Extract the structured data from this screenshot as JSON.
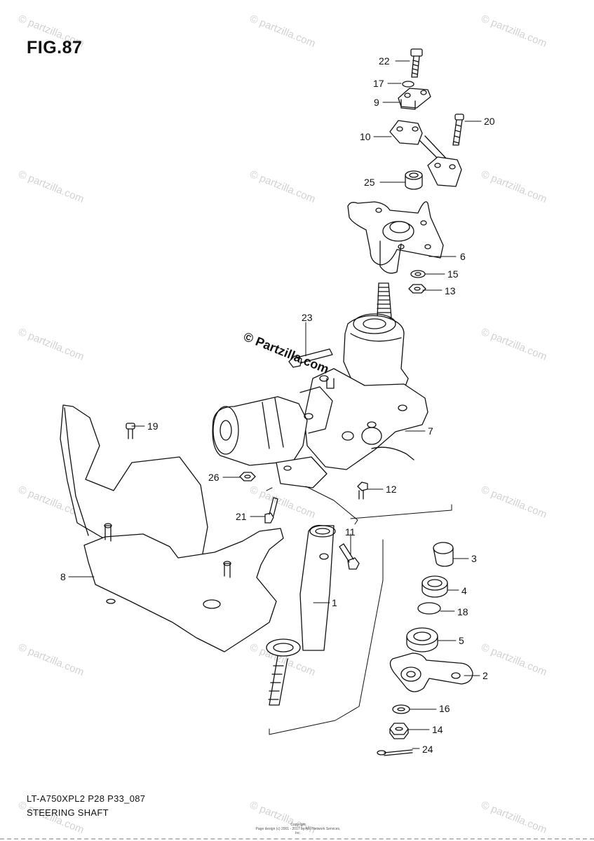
{
  "figure": {
    "title": "FIG.87",
    "part_code": "LT-A750XPL2 P28 P33_087",
    "name": "STEERING SHAFT"
  },
  "watermark": {
    "text": "© partzilla.com",
    "center_text": "© Partzilla.com"
  },
  "copyright": {
    "line1": "Copyright",
    "line2": "Page design (c) 2001 - 2017 by ARI Network Services, Inc."
  },
  "callouts": [
    "22",
    "17",
    "9",
    "10",
    "20",
    "25",
    "6",
    "15",
    "13",
    "23",
    "7",
    "19",
    "26",
    "12",
    "21",
    "11",
    "3",
    "8",
    "4",
    "1",
    "18",
    "5",
    "2",
    "16",
    "14",
    "24"
  ],
  "colors": {
    "line": "#111111",
    "watermark": "#d2d2d2"
  }
}
